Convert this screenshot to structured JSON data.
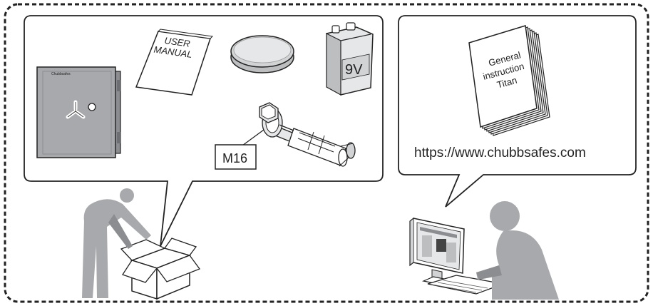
{
  "labels": {
    "user_manual": [
      "USER",
      "MANUAL"
    ],
    "battery": "9V",
    "bolt_size": "M16",
    "safe_brand": "Chubbsafes",
    "booklet": [
      "General",
      "instruction",
      "Titan"
    ],
    "url": "https://www.chubbsafes.com"
  },
  "colors": {
    "ink": "#222222",
    "gray_fill": "#a7a9ac",
    "dark_gray": "#8b8d90",
    "light_fill": "#e6e6e6",
    "white": "#ffffff"
  },
  "icons": [
    "safe-icon",
    "user-manual-icon",
    "round-cap-icon",
    "battery-9v-icon",
    "anchor-bolt-icon",
    "cardboard-box-icon",
    "person-unpacking-icon",
    "instruction-booklet-icon",
    "computer-monitor-icon",
    "person-at-computer-icon"
  ]
}
